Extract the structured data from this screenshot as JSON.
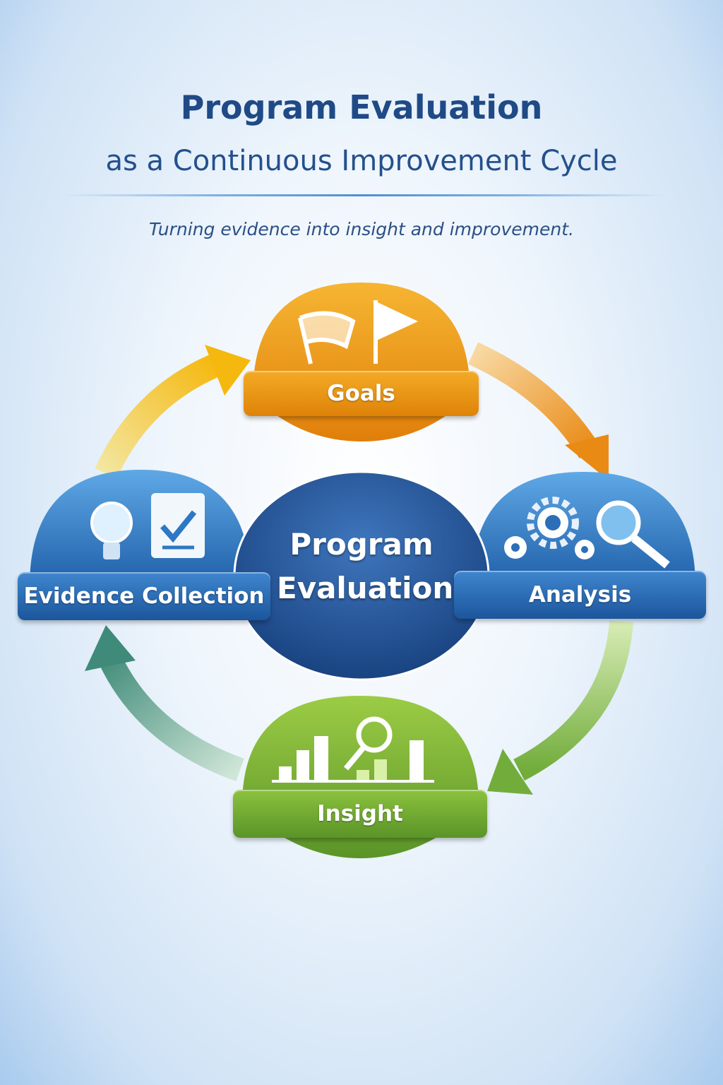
{
  "header": {
    "title": "Program Evaluation",
    "subtitle": "as a Continuous Improvement Cycle",
    "tagline": "Turning evidence into insight and improvement."
  },
  "center": {
    "line1": "Program",
    "line2": "Evaluation",
    "color": "#1d4c8c"
  },
  "stages": [
    {
      "label": "Goals",
      "icon": "flags-icon",
      "color": "#e8940f"
    },
    {
      "label": "Analysis",
      "icon": "gears-magnifier-icon",
      "color": "#2d6fb7"
    },
    {
      "label": "Insight",
      "icon": "bar-chart-magnifier-icon",
      "color": "#6ea532"
    },
    {
      "label": "Evidence Collection",
      "icon": "lightbulb-checklist-icon",
      "color": "#2d78c4"
    }
  ]
}
